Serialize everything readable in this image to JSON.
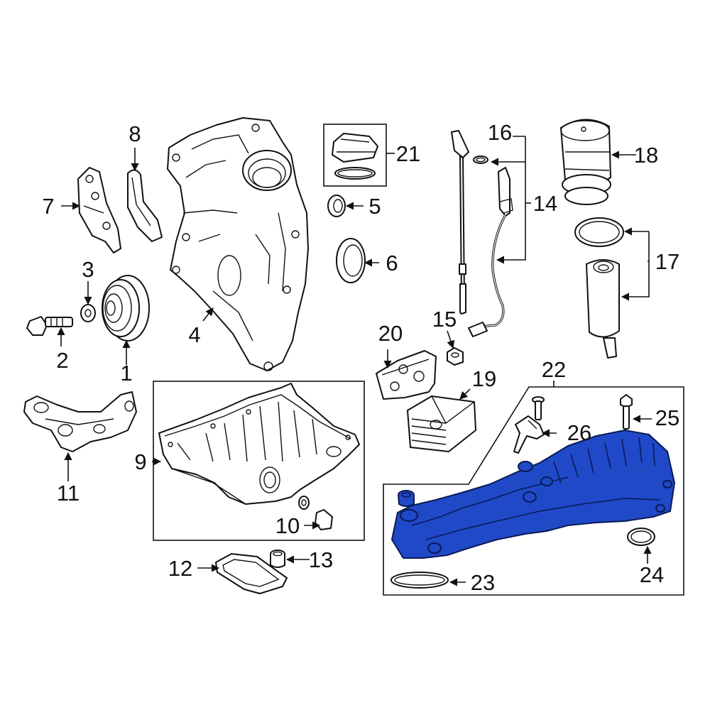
{
  "diagram": {
    "callouts": [
      "1",
      "2",
      "3",
      "4",
      "5",
      "6",
      "7",
      "8",
      "9",
      "10",
      "11",
      "12",
      "13",
      "14",
      "15",
      "16",
      "17",
      "18",
      "19",
      "20",
      "21",
      "22",
      "23",
      "24",
      "25",
      "26"
    ],
    "highlight_color": "#1f49c7"
  }
}
